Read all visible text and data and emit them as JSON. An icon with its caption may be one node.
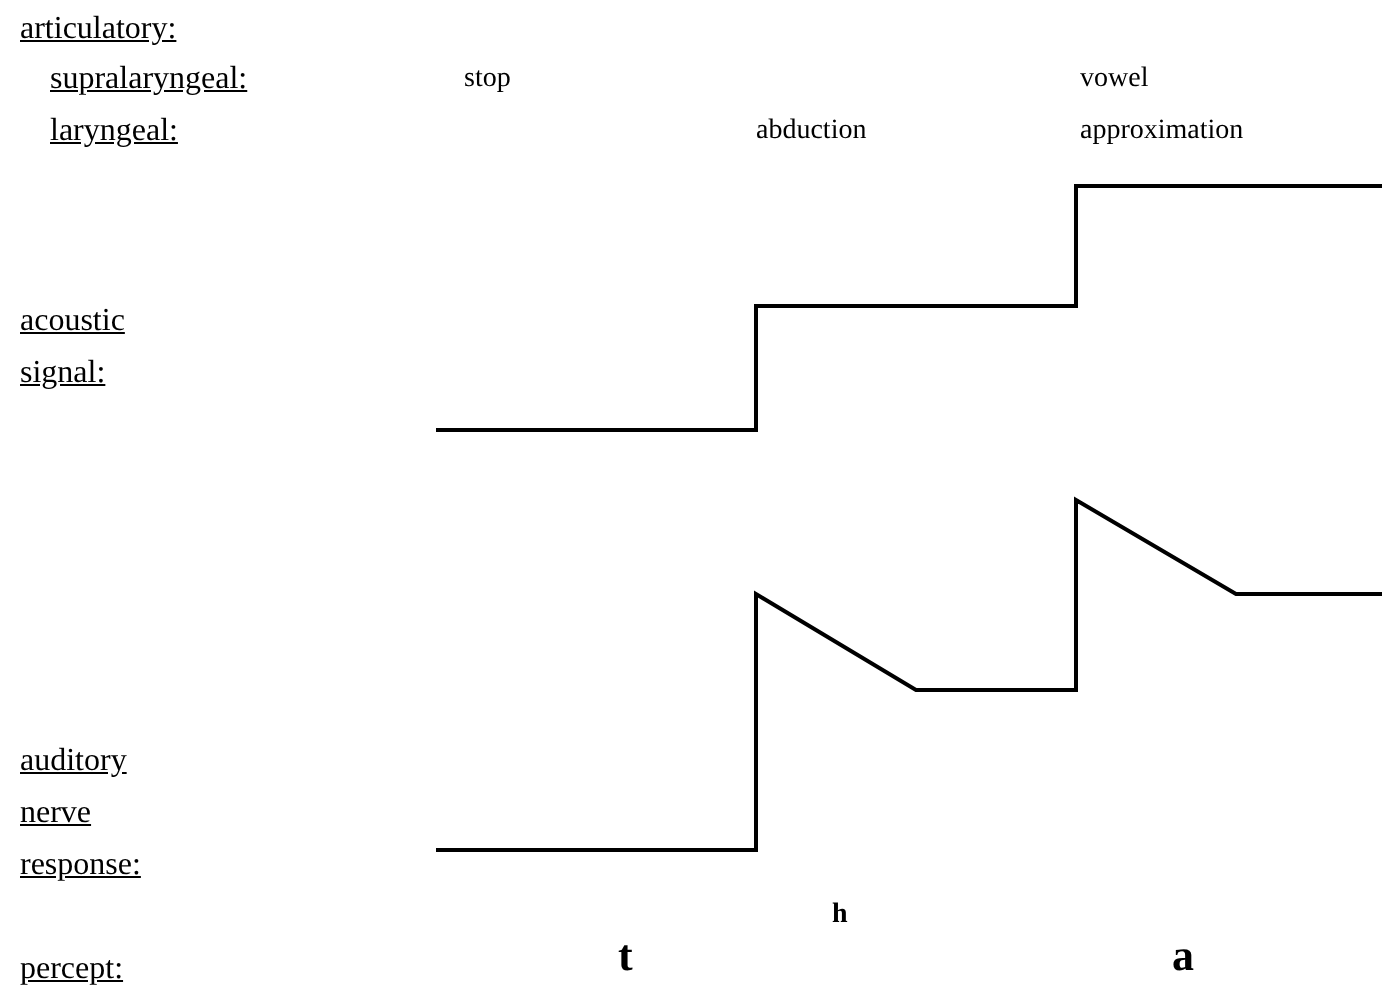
{
  "diagram": {
    "labels": [
      "articulatory:",
      "supralaryngeal:",
      "stop",
      "vowel",
      "laryngeal:",
      "abduction",
      "approximation",
      "acoustic signal:",
      "auditory nerve response:",
      "percept:",
      "t",
      "h",
      "a"
    ]
  }
}
